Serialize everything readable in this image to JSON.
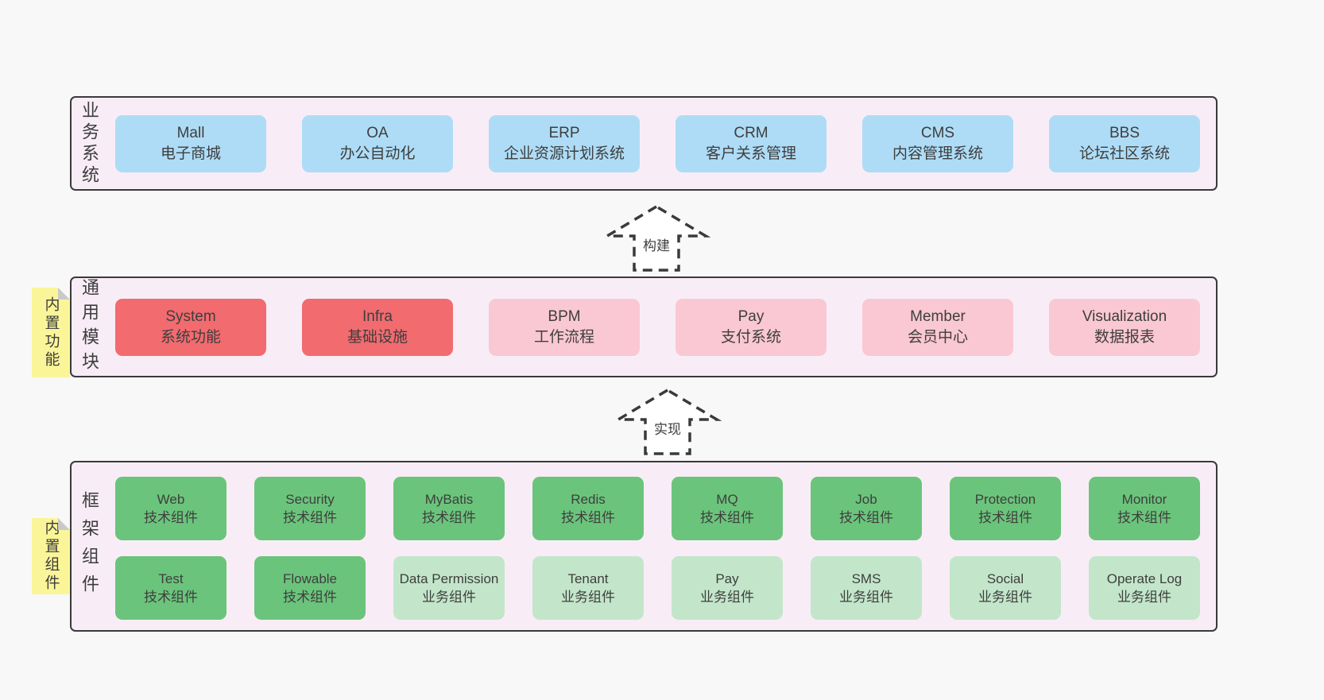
{
  "colors": {
    "page_background": "#f8f8f8",
    "panel_background": "#f8edf6",
    "panel_border": "#3a3a3a",
    "box_blue": "#aedcf6",
    "box_red": "#f16b6f",
    "box_pink": "#fac8d2",
    "box_green": "#6bc47b",
    "box_lightgreen": "#c3e6ca",
    "note_yellow": "#fbf599",
    "note_fold_gray": "#c9c9c9",
    "text": "#3e3e3e"
  },
  "arrows": [
    {
      "label": "构建"
    },
    {
      "label": "实现"
    }
  ],
  "side_notes": [
    {
      "label": "内置功能"
    },
    {
      "label": "内置组件"
    }
  ],
  "rows": [
    {
      "vertical_label": "业务系统",
      "boxes": [
        {
          "title": "Mall",
          "subtitle": "电子商城",
          "variant": "blue"
        },
        {
          "title": "OA",
          "subtitle": "办公自动化",
          "variant": "blue"
        },
        {
          "title": "ERP",
          "subtitle": "企业资源计划系统",
          "variant": "blue"
        },
        {
          "title": "CRM",
          "subtitle": "客户关系管理",
          "variant": "blue"
        },
        {
          "title": "CMS",
          "subtitle": "内容管理系统",
          "variant": "blue"
        },
        {
          "title": "BBS",
          "subtitle": "论坛社区系统",
          "variant": "blue"
        }
      ]
    },
    {
      "vertical_label": "通用模块",
      "boxes": [
        {
          "title": "System",
          "subtitle": "系统功能",
          "variant": "red"
        },
        {
          "title": "Infra",
          "subtitle": "基础设施",
          "variant": "red"
        },
        {
          "title": "BPM",
          "subtitle": "工作流程",
          "variant": "pink"
        },
        {
          "title": "Pay",
          "subtitle": "支付系统",
          "variant": "pink"
        },
        {
          "title": "Member",
          "subtitle": "会员中心",
          "variant": "pink"
        },
        {
          "title": "Visualization",
          "subtitle": "数据报表",
          "variant": "pink"
        }
      ]
    },
    {
      "vertical_label": "框架组件",
      "boxes": [
        {
          "title": "Web",
          "subtitle": "技术组件",
          "variant": "green"
        },
        {
          "title": "Security",
          "subtitle": "技术组件",
          "variant": "green"
        },
        {
          "title": "MyBatis",
          "subtitle": "技术组件",
          "variant": "green"
        },
        {
          "title": "Redis",
          "subtitle": "技术组件",
          "variant": "green"
        },
        {
          "title": "MQ",
          "subtitle": "技术组件",
          "variant": "green"
        },
        {
          "title": "Job",
          "subtitle": "技术组件",
          "variant": "green"
        },
        {
          "title": "Protection",
          "subtitle": "技术组件",
          "variant": "green"
        },
        {
          "title": "Monitor",
          "subtitle": "技术组件",
          "variant": "green"
        },
        {
          "title": "Test",
          "subtitle": "技术组件",
          "variant": "green"
        },
        {
          "title": "Flowable",
          "subtitle": "技术组件",
          "variant": "green"
        },
        {
          "title": "Data Permission",
          "subtitle": "业务组件",
          "variant": "lightgreen"
        },
        {
          "title": "Tenant",
          "subtitle": "业务组件",
          "variant": "lightgreen"
        },
        {
          "title": "Pay",
          "subtitle": "业务组件",
          "variant": "lightgreen"
        },
        {
          "title": "SMS",
          "subtitle": "业务组件",
          "variant": "lightgreen"
        },
        {
          "title": "Social",
          "subtitle": "业务组件",
          "variant": "lightgreen"
        },
        {
          "title": "Operate Log",
          "subtitle": "业务组件",
          "variant": "lightgreen"
        }
      ]
    }
  ]
}
